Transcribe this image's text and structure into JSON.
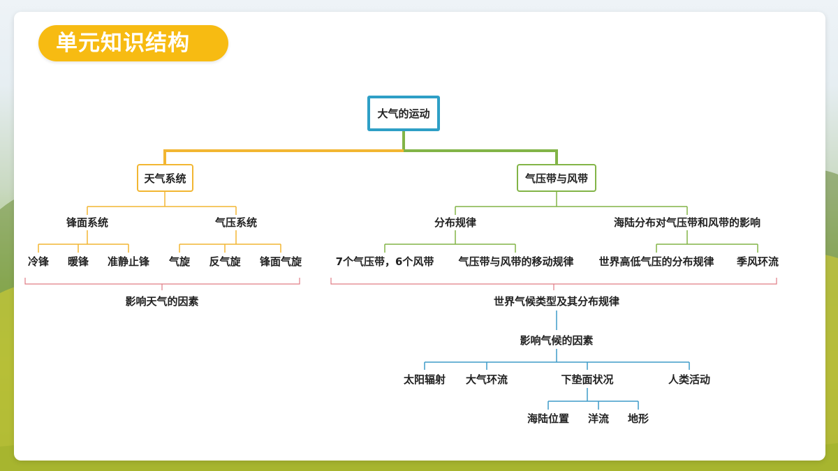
{
  "title": "单元知识结构",
  "colors": {
    "accent_yellow": "#f7bb12",
    "branch_yellow": "#f2b632",
    "branch_green": "#82b447",
    "root_blue": "#2e9fc6",
    "bracket_red": "#e07c85",
    "climate_blue": "#3e9bc9"
  },
  "diagram": {
    "root": "大气的运动",
    "weather_system": {
      "label": "天气系统",
      "front_system": {
        "label": "锋面系统",
        "children": [
          "冷锋",
          "暖锋",
          "准静止锋"
        ]
      },
      "pressure_system": {
        "label": "气压系统",
        "children": [
          "气旋",
          "反气旋",
          "锋面气旋"
        ]
      },
      "factors": "影响天气的因素"
    },
    "pressure_belts": {
      "label": "气压带与风带",
      "distribution": {
        "label": "分布规律",
        "children": [
          "7个气压带，6个风带",
          "气压带与风带的移动规律"
        ]
      },
      "land_sea": {
        "label": "海陆分布对气压带和风带的影响",
        "children": [
          "世界高低气压的分布规律",
          "季风环流"
        ]
      },
      "climate_types": "世界气候类型及其分布规律",
      "climate_factors": {
        "label": "影响气候的因素",
        "children": [
          "太阳辐射",
          "大气环流",
          "下垫面状况",
          "人类活动"
        ],
        "underlying_surface": [
          "海陆位置",
          "洋流",
          "地形"
        ]
      }
    }
  }
}
